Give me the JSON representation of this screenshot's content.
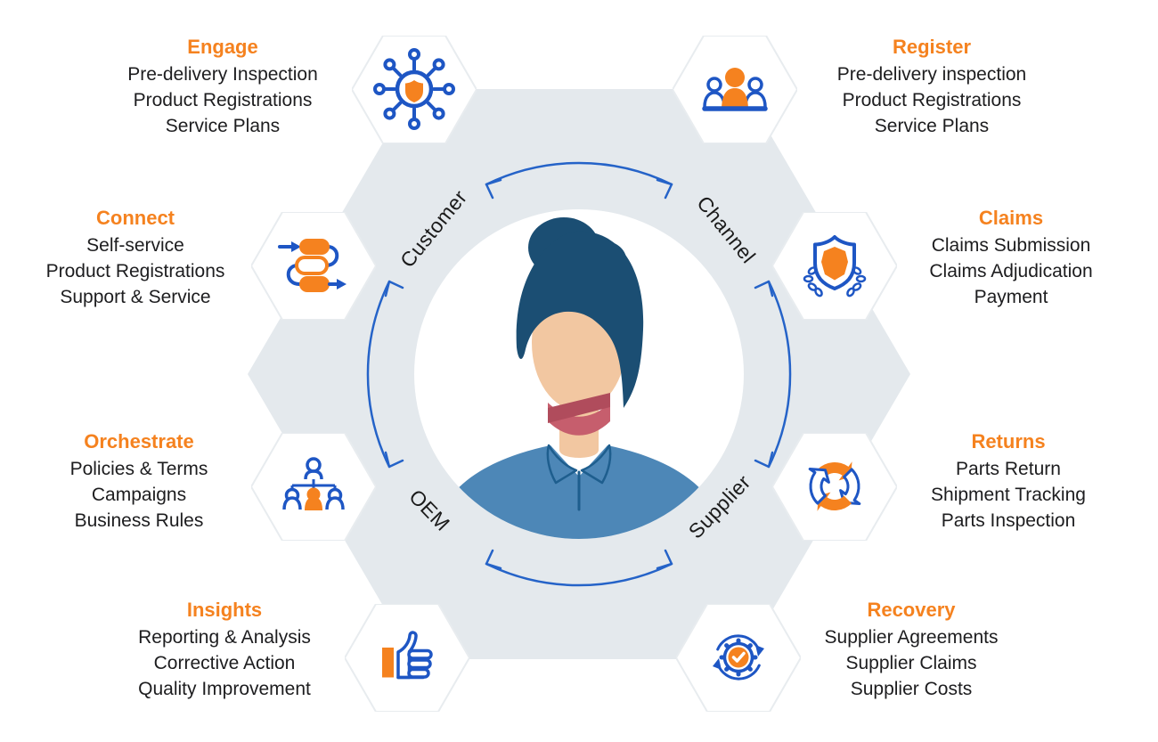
{
  "colors": {
    "accent_orange": "#F5821F",
    "icon_blue": "#1E56C4",
    "arrow_blue": "#2563C8",
    "hexagon_gray": "#E4E9ED",
    "text_dark": "#1D1D1F"
  },
  "hub": {
    "top_left": "Customer",
    "top_right": "Channel",
    "bottom_left": "OEM",
    "bottom_right": "Supplier",
    "center_figure": "persona-avatar"
  },
  "sections": [
    {
      "id": "engage",
      "title": "Engage",
      "icon": "network-hub-icon",
      "lines": [
        "Pre-delivery Inspection",
        "Product Registrations",
        "Service Plans"
      ]
    },
    {
      "id": "register",
      "title": "Register",
      "icon": "people-meeting-icon",
      "lines": [
        "Pre-delivery inspection",
        "Product Registrations",
        "Service Plans"
      ]
    },
    {
      "id": "connect",
      "title": "Connect",
      "icon": "process-flow-icon",
      "lines": [
        "Self-service",
        "Product Registrations",
        "Support & Service"
      ]
    },
    {
      "id": "claims",
      "title": "Claims",
      "icon": "shield-laurel-icon",
      "lines": [
        "Claims Submission",
        "Claims Adjudication",
        "Payment"
      ]
    },
    {
      "id": "orchestrate",
      "title": "Orchestrate",
      "icon": "org-chart-icon",
      "lines": [
        "Policies & Terms",
        "Campaigns",
        "Business Rules"
      ]
    },
    {
      "id": "returns",
      "title": "Returns",
      "icon": "circular-arrows-icon",
      "lines": [
        "Parts Return",
        "Shipment Tracking",
        "Parts Inspection"
      ]
    },
    {
      "id": "insights",
      "title": "Insights",
      "icon": "thumbs-up-icon",
      "lines": [
        "Reporting & Analysis",
        "Corrective Action",
        "Quality Improvement"
      ]
    },
    {
      "id": "recovery",
      "title": "Recovery",
      "icon": "gear-sync-check-icon",
      "lines": [
        "Supplier Agreements",
        "Supplier Claims",
        "Supplier Costs"
      ]
    }
  ]
}
